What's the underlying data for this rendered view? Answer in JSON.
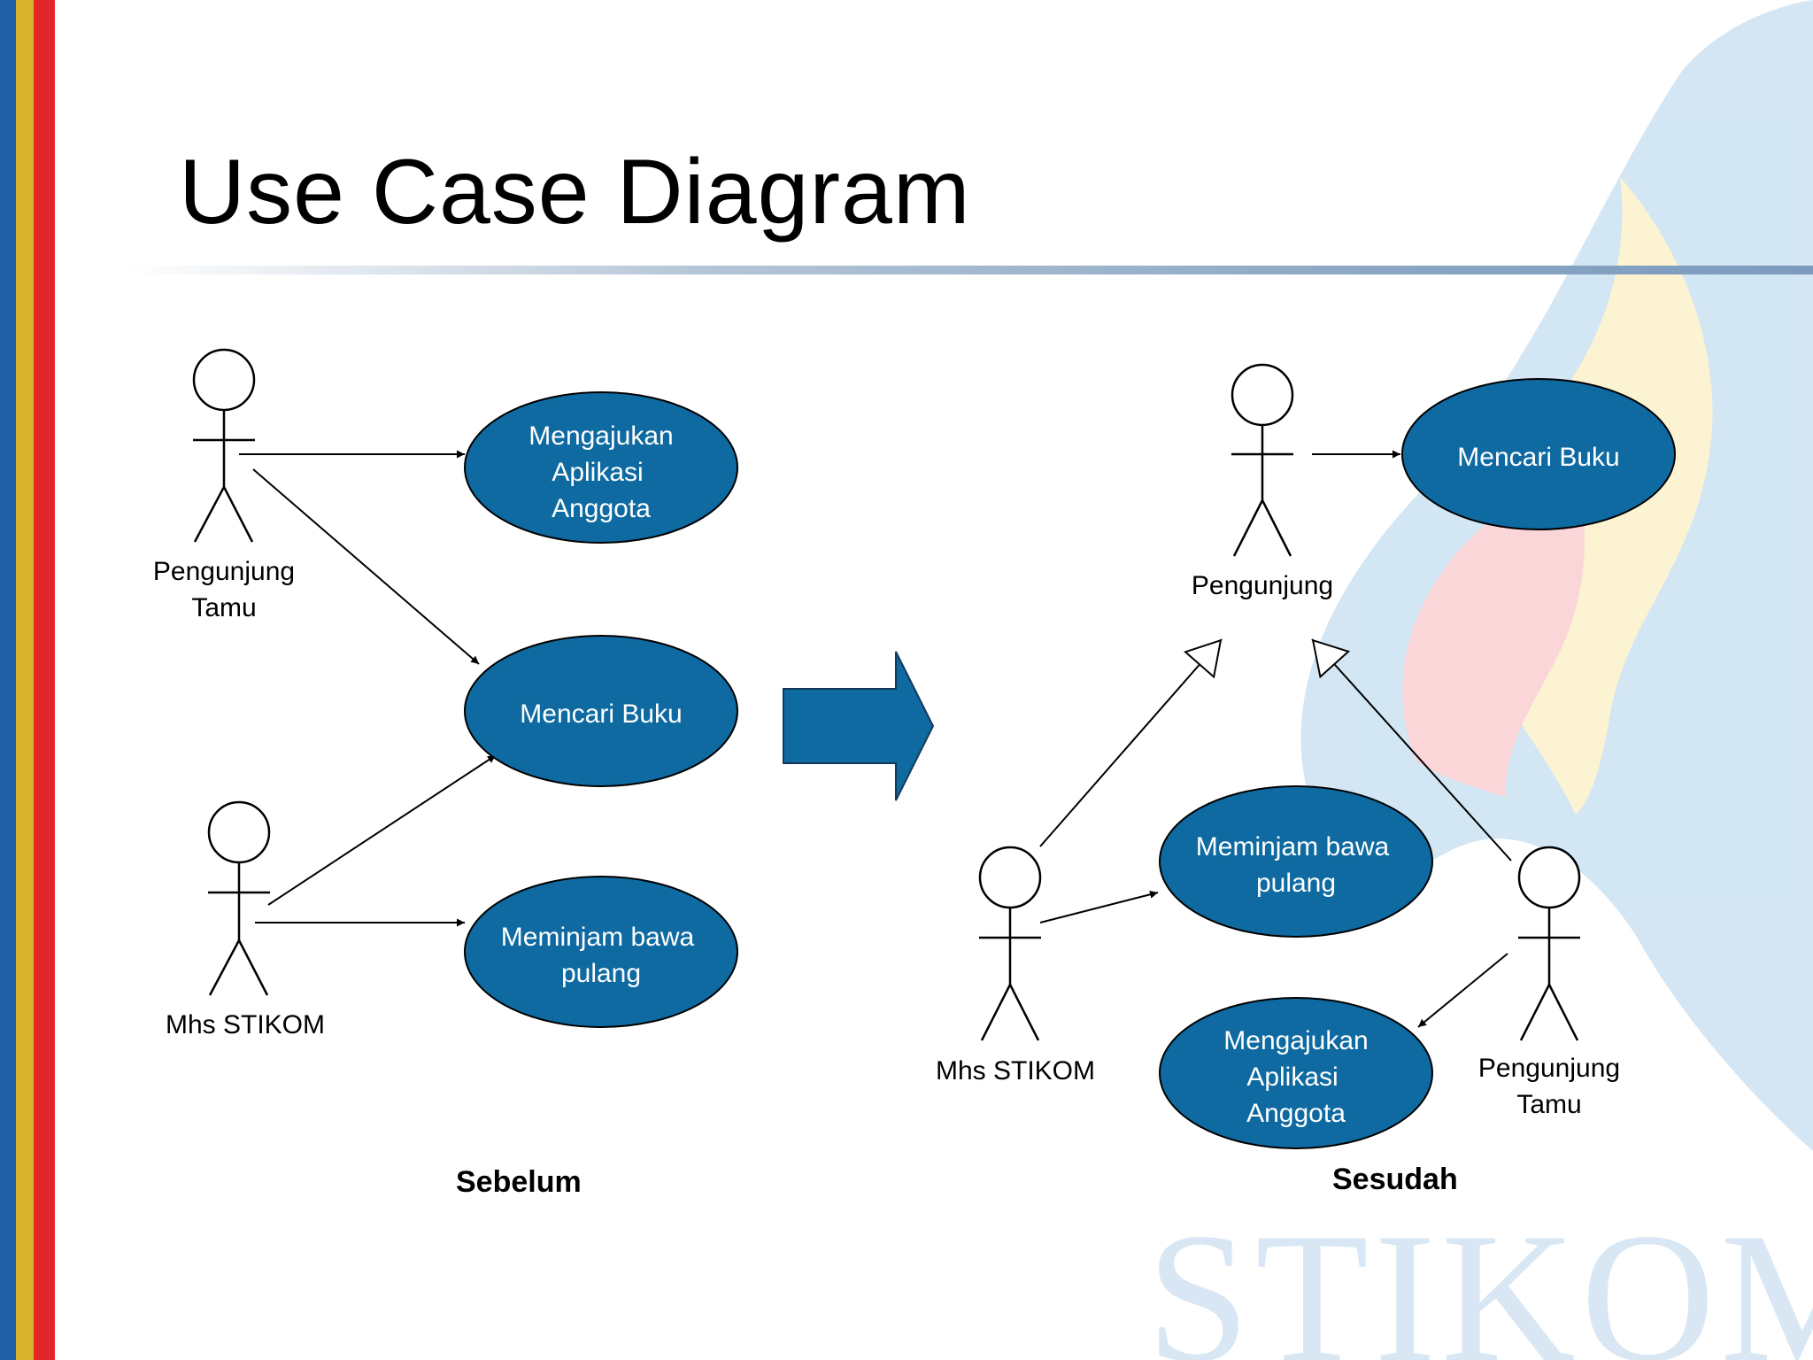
{
  "slide": {
    "title": "Use Case Diagram",
    "watermark_text": "STIKOM"
  },
  "colors": {
    "usecase_fill": "#0e6aa1",
    "stripe_blue": "#1f5fa6",
    "stripe_yellow": "#d8b12d",
    "stripe_red": "#e4262b"
  },
  "before": {
    "section_label": "Sebelum",
    "actors": {
      "tamu": [
        "Pengunjung",
        "Tamu"
      ],
      "mhs": [
        "Mhs STIKOM"
      ]
    },
    "usecases": {
      "aplikasi": [
        "Mengajukan",
        "Aplikasi",
        "Anggota"
      ],
      "cari": [
        "Mencari Buku"
      ],
      "pinjam": [
        "Meminjam bawa",
        "pulang"
      ]
    }
  },
  "after": {
    "section_label": "Sesudah",
    "actors": {
      "pengunjung": [
        "Pengunjung"
      ],
      "mhs": [
        "Mhs STIKOM"
      ],
      "tamu": [
        "Pengunjung",
        "Tamu"
      ]
    },
    "usecases": {
      "cari": [
        "Mencari Buku"
      ],
      "pinjam": [
        "Meminjam bawa",
        "pulang"
      ],
      "aplikasi": [
        "Mengajukan",
        "Aplikasi",
        "Anggota"
      ]
    }
  }
}
